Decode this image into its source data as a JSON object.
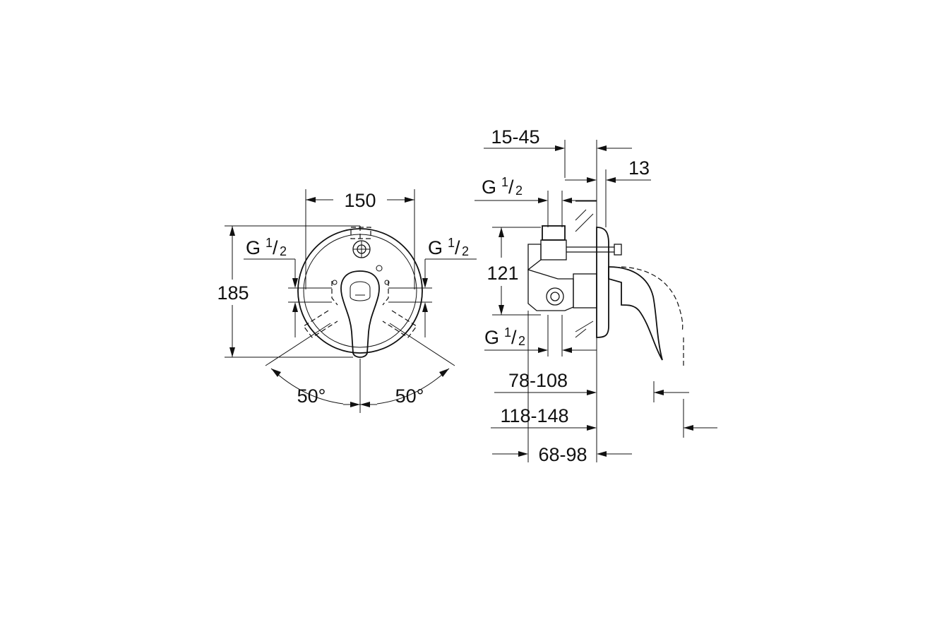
{
  "front_view": {
    "width_label": "150",
    "height_label": "185",
    "thread_left": {
      "main": "G",
      "num": "1",
      "slash": "/",
      "den": "2"
    },
    "thread_right": {
      "main": "G",
      "num": "1",
      "slash": "/",
      "den": "2"
    },
    "angle_left": "50°",
    "angle_right": "50°"
  },
  "side_view": {
    "wall_range": "15-45",
    "plate_thickness": "13",
    "thread_top": {
      "main": "G",
      "num": "1",
      "slash": "/",
      "den": "2"
    },
    "thread_bottom": {
      "main": "G",
      "num": "1",
      "slash": "/",
      "den": "2"
    },
    "outlet_spacing": "121",
    "depth_a": "78-108",
    "depth_b": "118-148",
    "depth_c": "68-98"
  }
}
